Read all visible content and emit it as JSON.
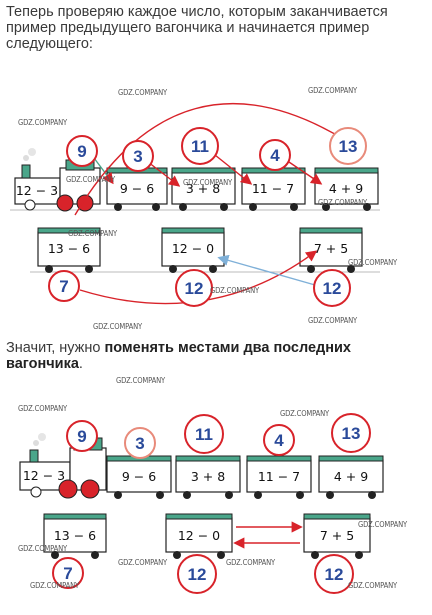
{
  "intro_text": "Теперь проверяю каждое число, которым заканчивается пример предыдущего вагончика и начинается пример следующего:",
  "conclusion": {
    "part1": "Значит, нужно ",
    "bold": "поменять местами два последних вагончика",
    "part2": "."
  },
  "watermark": "GDZ.COMPANY",
  "train1": {
    "locomotive": "12 − 3",
    "cars_top": [
      "9 − 6",
      "3 + 8",
      "11 − 7",
      "4 + 9"
    ],
    "cars_bottom": [
      "13 − 6",
      "12 − 0",
      "7 + 5"
    ],
    "circles_top": [
      "9",
      "3",
      "11",
      "4",
      "13"
    ],
    "circles_bottom": [
      "7",
      "12",
      "12"
    ]
  },
  "train2": {
    "locomotive": "12 − 3",
    "cars_top": [
      "9 − 6",
      "3 + 8",
      "11 − 7",
      "4 + 9"
    ],
    "cars_bottom": [
      "13 − 6",
      "12 − 0",
      "7 + 5"
    ],
    "circles_top": [
      "9",
      "3",
      "11",
      "4",
      "13"
    ],
    "circles_bottom": [
      "7",
      "12",
      "12"
    ]
  },
  "colors": {
    "red": "#d8232a",
    "blue": "#2a4a9a",
    "car_green": "#4aa68a",
    "arrow_blue": "#7fb0d8"
  }
}
